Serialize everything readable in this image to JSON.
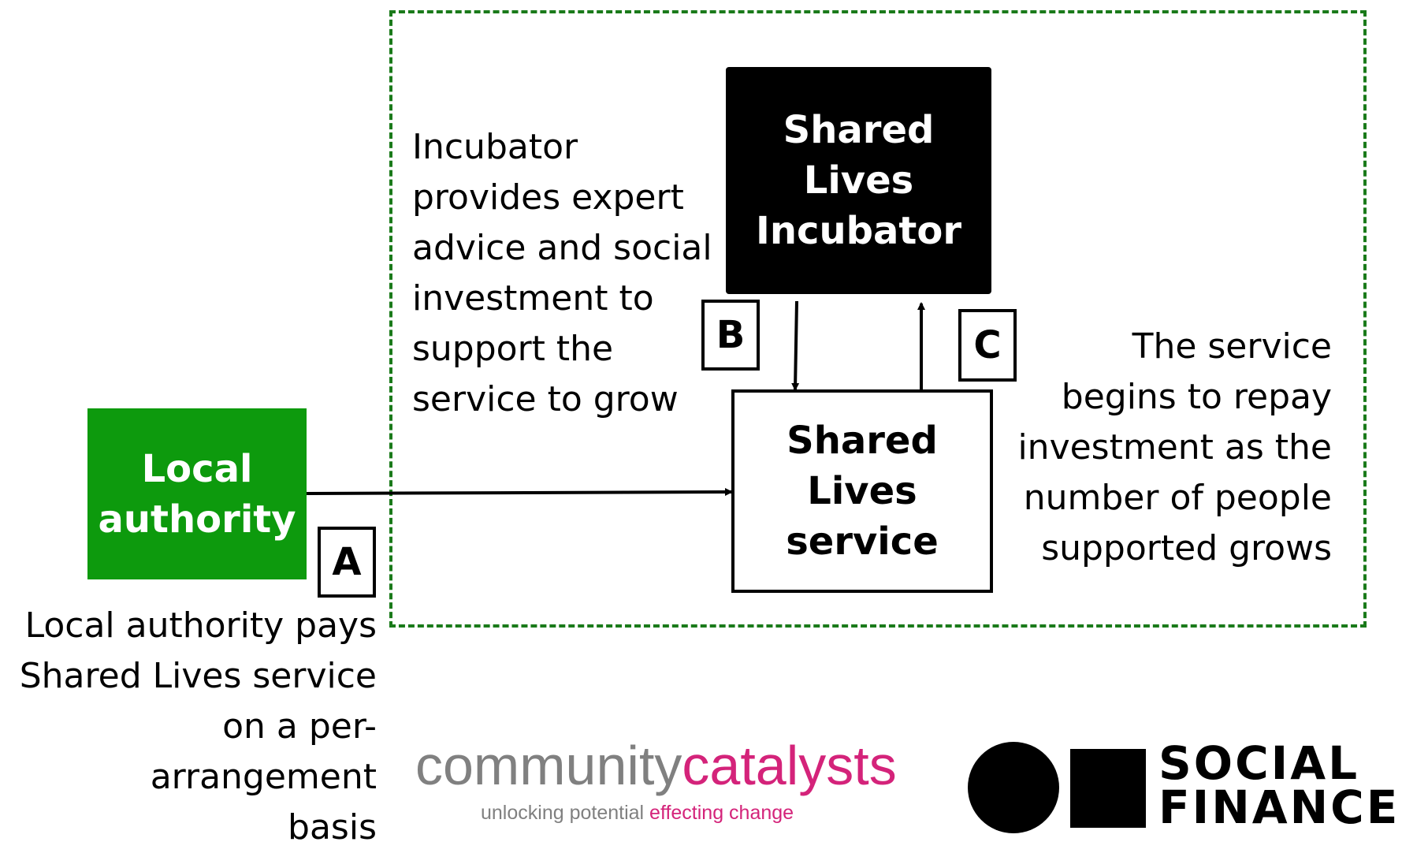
{
  "nodes": {
    "incubator": "Shared\nLives\nIncubator",
    "service": "Shared\nLives\nservice",
    "local_authority": "Local\nauthority"
  },
  "markers": {
    "a": "A",
    "b": "B",
    "c": "C"
  },
  "annotations": {
    "incubator_support": "Incubator\nprovides expert\nadvice and social\ninvestment to\nsupport the\nservice to grow",
    "repayment": "The service\nbegins to repay\ninvestment as the\nnumber of people\nsupported grows",
    "local_authority_payment": "Local authority pays\nShared Lives service\non a per-arrangement\nbasis"
  },
  "logos": {
    "community_catalysts": {
      "word1": "community",
      "word2": "catalysts",
      "tagline1": "unlocking potential ",
      "tagline2": "effecting change"
    },
    "social_finance": "SOCIAL\nFINANCE"
  },
  "colors": {
    "frame": "#1a7a1a",
    "local_authority": "#0d9a0d",
    "incubator": "#000000",
    "catalysts_pink": "#d4237a",
    "catalysts_grey": "#808080"
  }
}
